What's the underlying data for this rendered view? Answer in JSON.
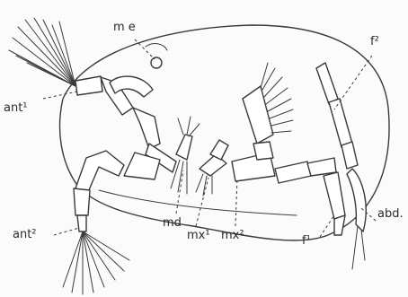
{
  "labels": {
    "me": "m e",
    "f2": "f²",
    "ant1": "ant¹",
    "ant2": "ant²",
    "md": "md",
    "mx1": "mx¹",
    "mx2": "mx²",
    "f1": "f¹",
    "abd": "abd."
  }
}
